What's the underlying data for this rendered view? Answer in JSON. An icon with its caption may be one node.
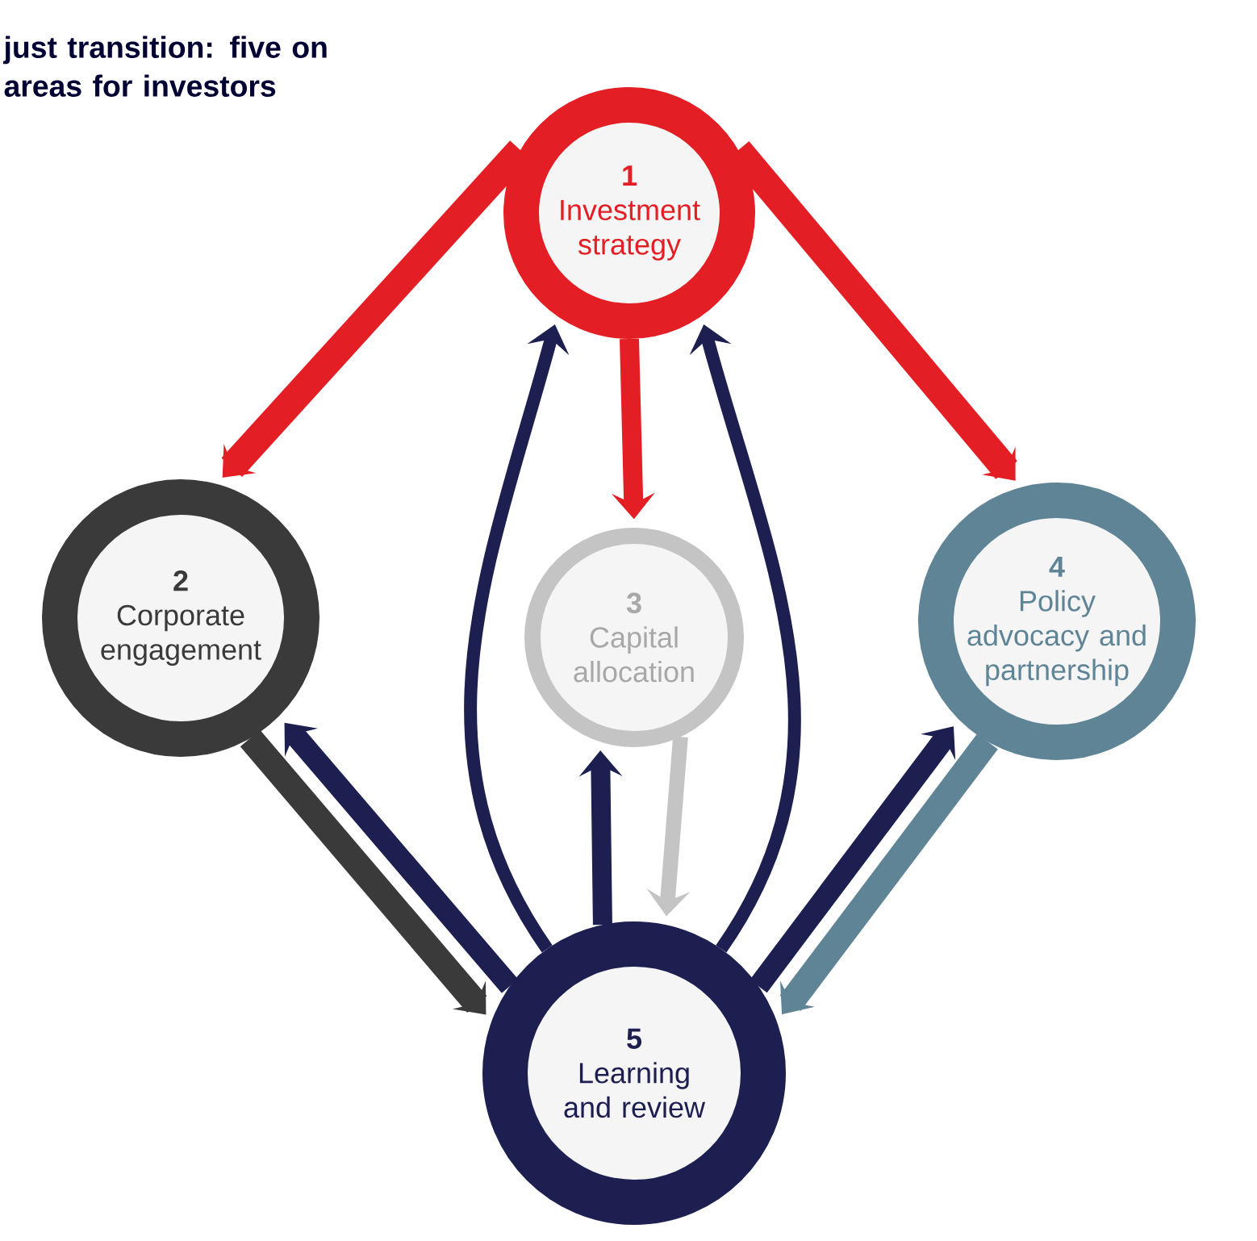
{
  "diagram": {
    "title": "just transition: five on areas for investors",
    "nodes": [
      {
        "text": [
          "1",
          "Investment strategy"
        ]
      },
      {
        "text": [
          "2",
          "Corporate engagement"
        ]
      },
      {
        "text": [
          "3",
          "Capital allocation"
        ]
      },
      {
        "text": [
          "4",
          "Policy advocacy and partnership"
        ]
      },
      {
        "text": [
          "5",
          "Learning and review"
        ]
      }
    ],
    "edges": [
      {
        "from": 0,
        "to": 1,
        "arrow": "to",
        "color": "#e31e24"
      },
      {
        "from": 0,
        "to": 2,
        "arrow": "to",
        "color": "#e31e24"
      },
      {
        "from": 0,
        "to": 3,
        "arrow": "to",
        "color": "#e31e24"
      },
      {
        "from": 1,
        "to": 4,
        "arrow": "to",
        "color": "#3a3a3a"
      },
      {
        "from": 2,
        "to": 4,
        "arrow": "to",
        "color": "#c4c4c4"
      },
      {
        "from": 3,
        "to": 4,
        "arrow": "to",
        "color": "#5f8496"
      },
      {
        "from": 4,
        "to": 1,
        "arrow": "to",
        "color": "#1c1f4f"
      },
      {
        "from": 4,
        "to": 2,
        "arrow": "to",
        "color": "#1c1f4f"
      },
      {
        "from": 4,
        "to": 3,
        "arrow": "to",
        "color": "#1c1f4f"
      },
      {
        "from": 4,
        "to": 0,
        "arrow": "to",
        "color": "#1c1f4f"
      },
      {
        "from": 4,
        "to": 0,
        "arrow": "to",
        "color": "#1c1f4f"
      }
    ]
  }
}
